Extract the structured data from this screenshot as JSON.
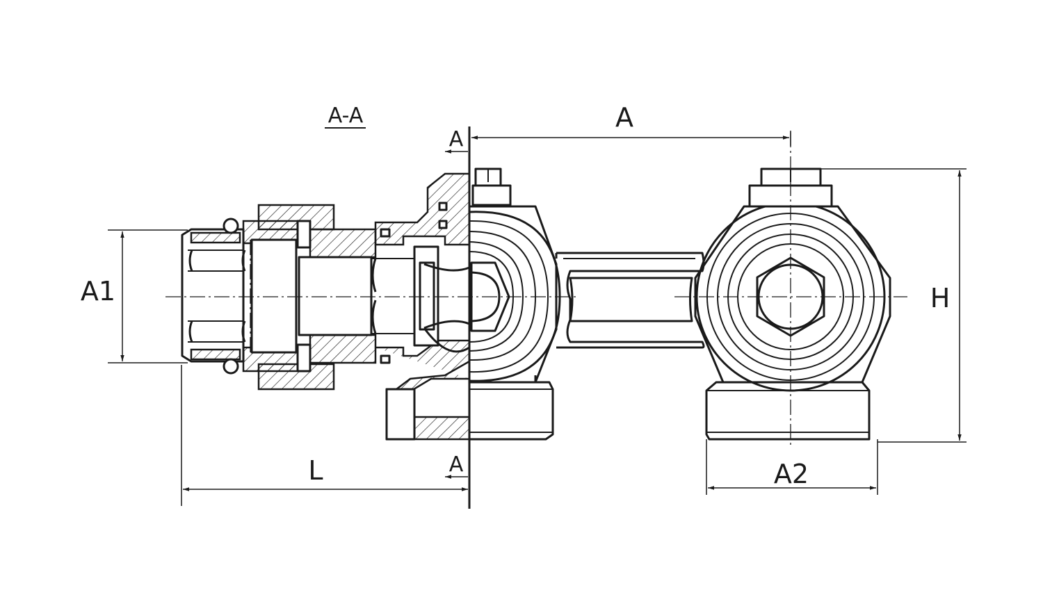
{
  "section_title": "A-A",
  "dimensions": {
    "A": "A",
    "A1": "A1",
    "A2": "A2",
    "H": "H",
    "L": "L"
  },
  "section_marks": {
    "top": "A",
    "bottom": "A"
  },
  "colors": {
    "line": "#1a1a1a",
    "background": "#ffffff"
  }
}
